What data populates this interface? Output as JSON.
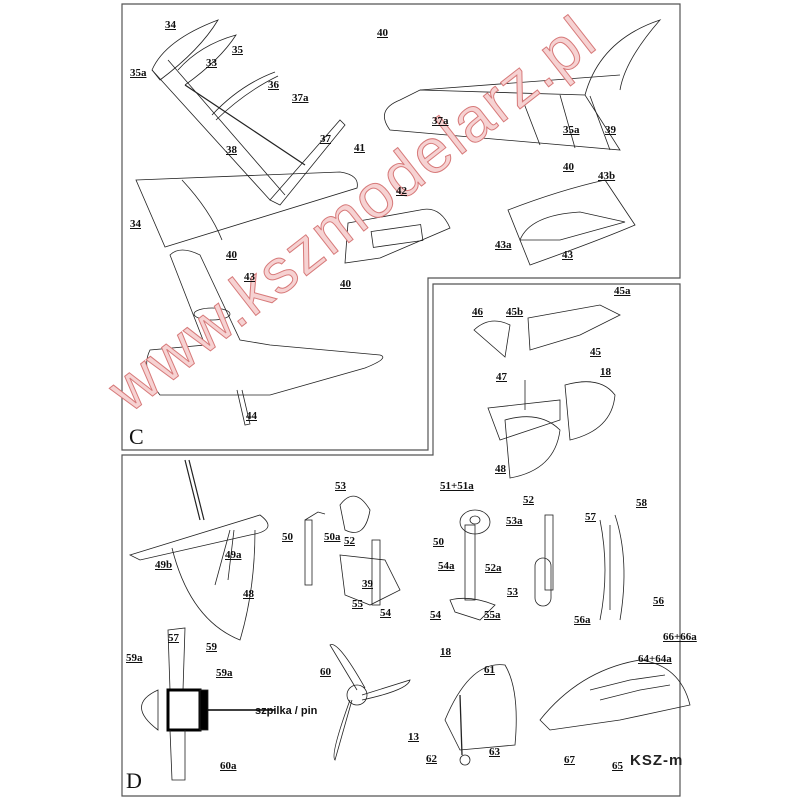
{
  "sections": {
    "c": "C",
    "d": "D"
  },
  "watermark": "www.kszmodelarz.pl",
  "logo": "KSZ-m",
  "pin_note": "szpilka / pin",
  "labels_c": [
    "34",
    "35a",
    "35",
    "33",
    "36",
    "37a",
    "37",
    "38",
    "40",
    "37a",
    "35a",
    "39",
    "41",
    "34",
    "42",
    "40",
    "43b",
    "43a",
    "43",
    "40",
    "43",
    "40",
    "44",
    "46",
    "45b",
    "45a",
    "45",
    "47",
    "18",
    "48"
  ],
  "labels_d": [
    "53",
    "51+51a",
    "52",
    "57",
    "58",
    "50",
    "50a",
    "52",
    "53a",
    "50",
    "54a",
    "52a",
    "49b",
    "49a",
    "48",
    "39",
    "55",
    "54",
    "54",
    "55a",
    "53",
    "56",
    "56a",
    "57",
    "59",
    "59a",
    "59a",
    "60a",
    "60",
    "18",
    "61",
    "66+66a",
    "64+64a",
    "13",
    "62",
    "63",
    "67",
    "65"
  ]
}
